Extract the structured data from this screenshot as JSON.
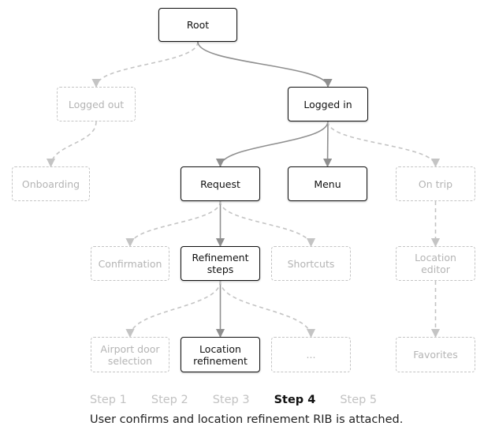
{
  "diagram": {
    "nodes": {
      "root": {
        "label": "Root",
        "state": "active"
      },
      "logged_out": {
        "label": "Logged out",
        "state": "inactive"
      },
      "logged_in": {
        "label": "Logged in",
        "state": "active"
      },
      "onboarding": {
        "label": "Onboarding",
        "state": "inactive"
      },
      "request": {
        "label": "Request",
        "state": "active"
      },
      "menu": {
        "label": "Menu",
        "state": "active"
      },
      "on_trip": {
        "label": "On trip",
        "state": "inactive"
      },
      "confirmation": {
        "label": "Confirmation",
        "state": "inactive"
      },
      "refinement_steps": {
        "label": "Refinement\nsteps",
        "state": "active"
      },
      "shortcuts": {
        "label": "Shortcuts",
        "state": "inactive"
      },
      "location_editor": {
        "label": "Location editor",
        "state": "inactive"
      },
      "airport_door_selection": {
        "label": "Airport door\nselection",
        "state": "inactive"
      },
      "location_refinement": {
        "label": "Location\nrefinement",
        "state": "active"
      },
      "ellipsis": {
        "label": "...",
        "state": "inactive"
      },
      "favorites": {
        "label": "Favorites",
        "state": "inactive"
      }
    },
    "edges": [
      {
        "from": "root",
        "to": "logged_out",
        "state": "inactive"
      },
      {
        "from": "root",
        "to": "logged_in",
        "state": "active"
      },
      {
        "from": "logged_out",
        "to": "onboarding",
        "state": "inactive"
      },
      {
        "from": "logged_in",
        "to": "request",
        "state": "active"
      },
      {
        "from": "logged_in",
        "to": "menu",
        "state": "active"
      },
      {
        "from": "logged_in",
        "to": "on_trip",
        "state": "inactive"
      },
      {
        "from": "request",
        "to": "confirmation",
        "state": "inactive"
      },
      {
        "from": "request",
        "to": "refinement_steps",
        "state": "active"
      },
      {
        "from": "request",
        "to": "shortcuts",
        "state": "inactive"
      },
      {
        "from": "on_trip",
        "to": "location_editor",
        "state": "inactive"
      },
      {
        "from": "refinement_steps",
        "to": "airport_door_selection",
        "state": "inactive"
      },
      {
        "from": "refinement_steps",
        "to": "location_refinement",
        "state": "active"
      },
      {
        "from": "refinement_steps",
        "to": "ellipsis",
        "state": "inactive"
      },
      {
        "from": "location_editor",
        "to": "favorites",
        "state": "inactive"
      }
    ],
    "colors": {
      "active": "#111111",
      "inactive": "#c4c4c4",
      "active_edge": "#8f8f8f"
    }
  },
  "steps": [
    {
      "label": "Step 1",
      "state": "inactive"
    },
    {
      "label": "Step 2",
      "state": "inactive"
    },
    {
      "label": "Step 3",
      "state": "inactive"
    },
    {
      "label": "Step 4",
      "state": "active"
    },
    {
      "label": "Step 5",
      "state": "inactive"
    }
  ],
  "caption": "User confirms and location refinement RIB is attached."
}
